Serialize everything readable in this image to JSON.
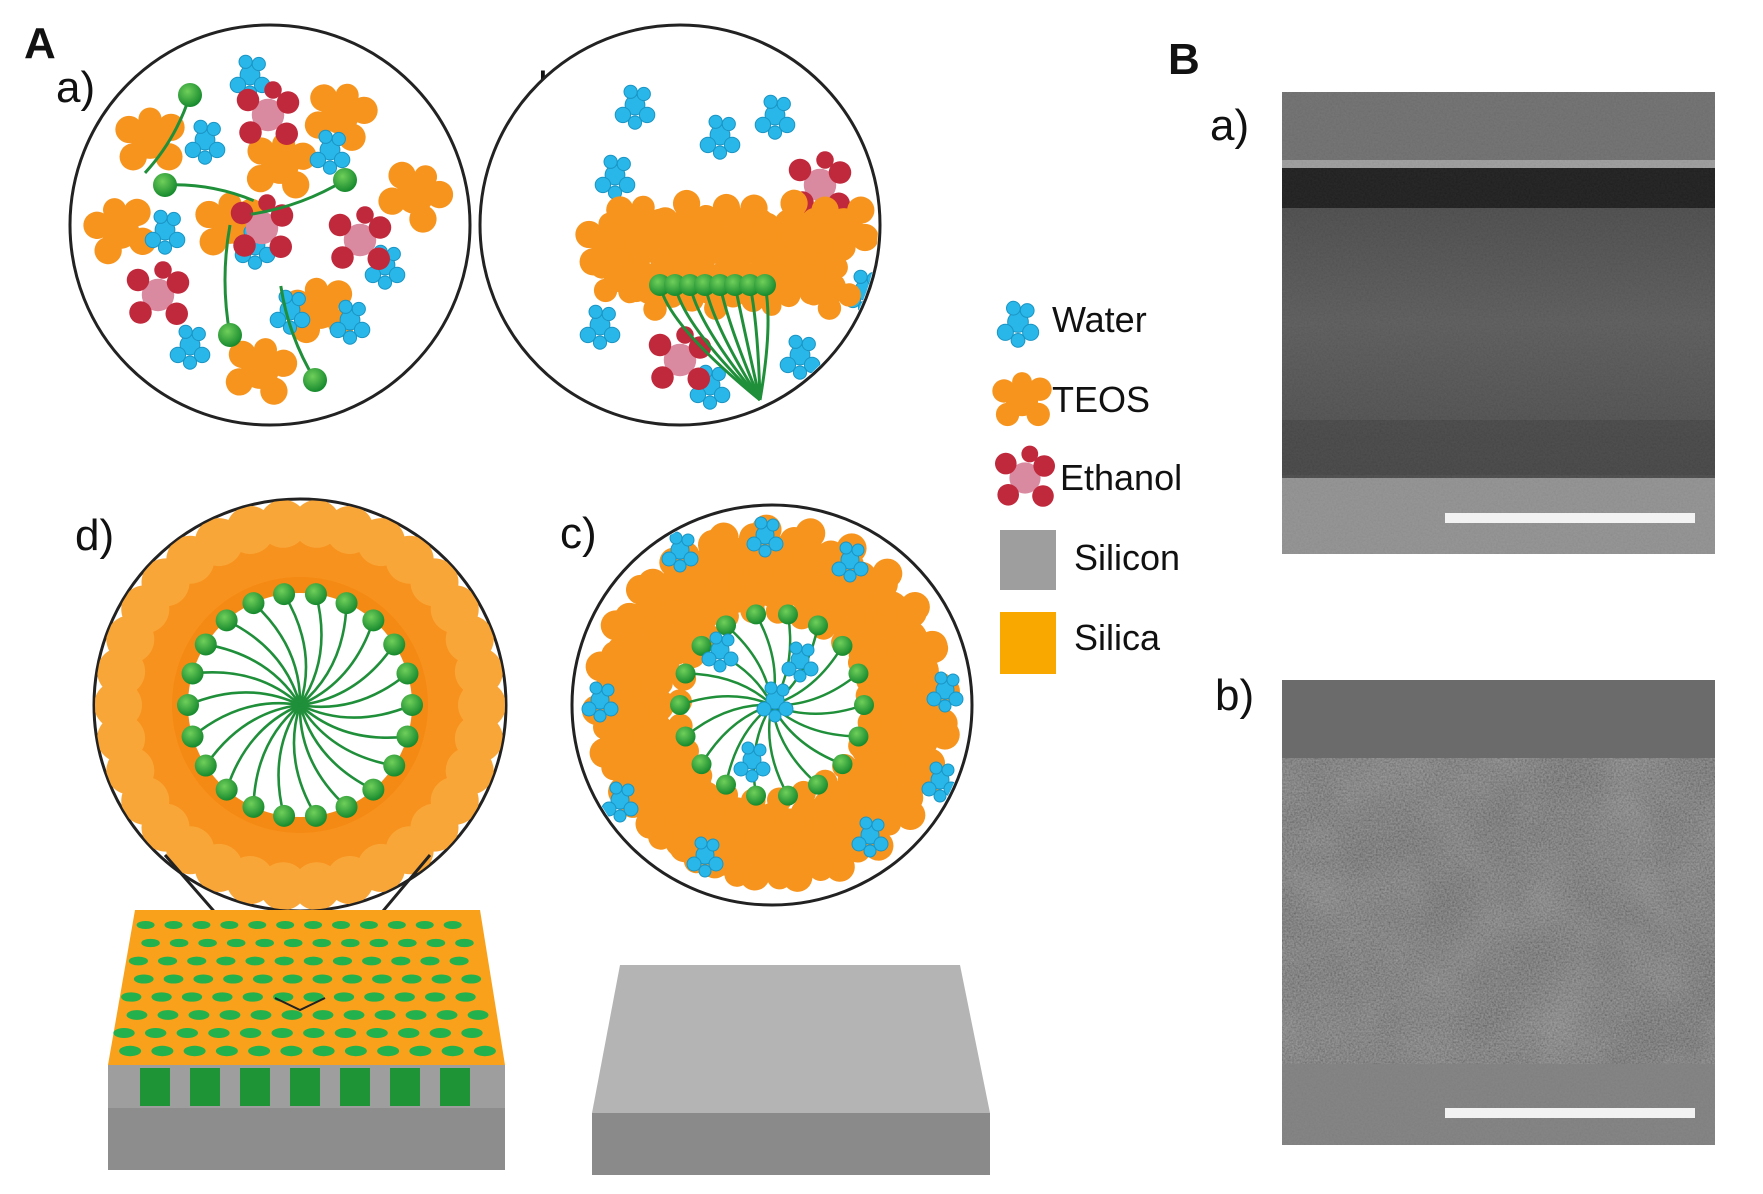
{
  "panels": {
    "A": {
      "label": "A",
      "subpanels": [
        {
          "id": "a",
          "label": "a)"
        },
        {
          "id": "b",
          "label": "b)"
        },
        {
          "id": "c",
          "label": "c)"
        },
        {
          "id": "d",
          "label": "d)"
        }
      ]
    },
    "B": {
      "label": "B",
      "subpanels": [
        {
          "id": "a",
          "label": "a)"
        },
        {
          "id": "b",
          "label": "b)"
        }
      ]
    }
  },
  "legend": [
    {
      "key": "water",
      "label": "Water",
      "color": "#29b6e8"
    },
    {
      "key": "teos",
      "label": "TEOS",
      "color": "#f7941d"
    },
    {
      "key": "ethanol",
      "label": "Ethanol",
      "color": "#c0283b"
    },
    {
      "key": "silicon",
      "label": "Silicon",
      "color": "#9e9e9e"
    },
    {
      "key": "silica",
      "label": "Silica",
      "color": "#f7a800"
    }
  ],
  "colors": {
    "water": "#29b6e8",
    "teos": "#f7941d",
    "ethanol": "#c0283b",
    "surfactant": "#1f8f3a",
    "silicon": "#9e9e9e",
    "silica": "#f9a11b"
  }
}
